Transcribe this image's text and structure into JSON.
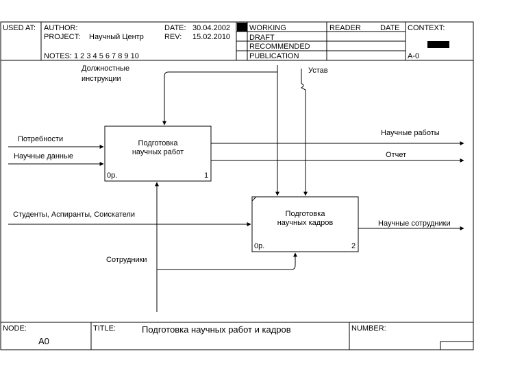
{
  "header": {
    "used_at": "USED AT:",
    "author_label": "AUTHOR:",
    "project_label": "PROJECT:",
    "project_value": "Научный Центр",
    "notes": "NOTES:  1  2  3  4  5  6  7  8  9  10",
    "date_label": "DATE:",
    "date_value": "30.04.2002",
    "rev_label": "REV:",
    "rev_value": "15.02.2010",
    "status": [
      "WORKING",
      "DRAFT",
      "RECOMMENDED",
      "PUBLICATION"
    ],
    "reader": "READER",
    "reader_date": "DATE",
    "context": "CONTEXT:",
    "context_node": "A-0"
  },
  "boxes": [
    {
      "label_line1": "Подготовка",
      "label_line2": "научных работ",
      "cost": "0р.",
      "number": "1"
    },
    {
      "label_line1": "Подготовка",
      "label_line2": "научных кадров",
      "cost": "0р.",
      "number": "2"
    }
  ],
  "arrows": {
    "controls_1": "Должностные",
    "controls_2": "инструкции",
    "ustav": "Устав",
    "potrebnosti": "Потребности",
    "nauchnye_dannye": "Научные данные",
    "studenty": "Студенты, Аспиранты, Соискатели",
    "sotrudniki": "Сотрудники",
    "nauchnye_raboty": "Научные работы",
    "otchet": "Отчет",
    "nauchnye_sotrudniki": "Научные сотрудники"
  },
  "footer": {
    "node_label": "NODE:",
    "node_value": "A0",
    "title_label": "TITLE:",
    "title_value": "Подготовка научных  работ и кадров",
    "number_label": "NUMBER:"
  }
}
